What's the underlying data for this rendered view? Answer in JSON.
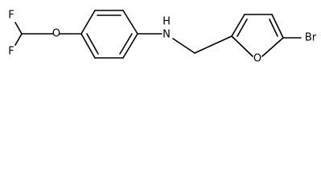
{
  "molecule": {
    "atoms": {
      "F1": "F",
      "F2": "F",
      "O_ether": "O",
      "N_amine": "H\nN",
      "N_amine_H": "H",
      "N_amine_N": "N",
      "O_furan": "O",
      "Br": "Br"
    }
  },
  "colors": {
    "bond": "#000000",
    "label": "#000000",
    "background": "#ffffff"
  }
}
